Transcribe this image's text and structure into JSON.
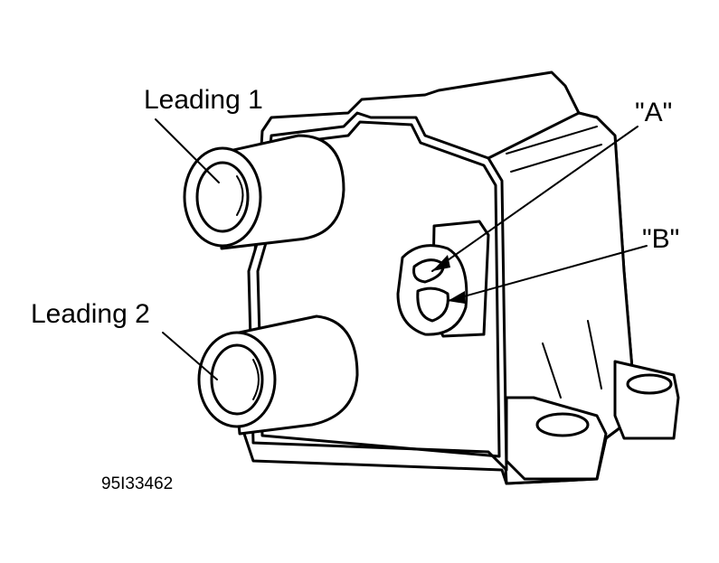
{
  "labels": {
    "leading1": "Leading 1",
    "leading2": "Leading 2",
    "a": "\"A\"",
    "b": "\"B\"",
    "figure_code": "95I33462"
  }
}
